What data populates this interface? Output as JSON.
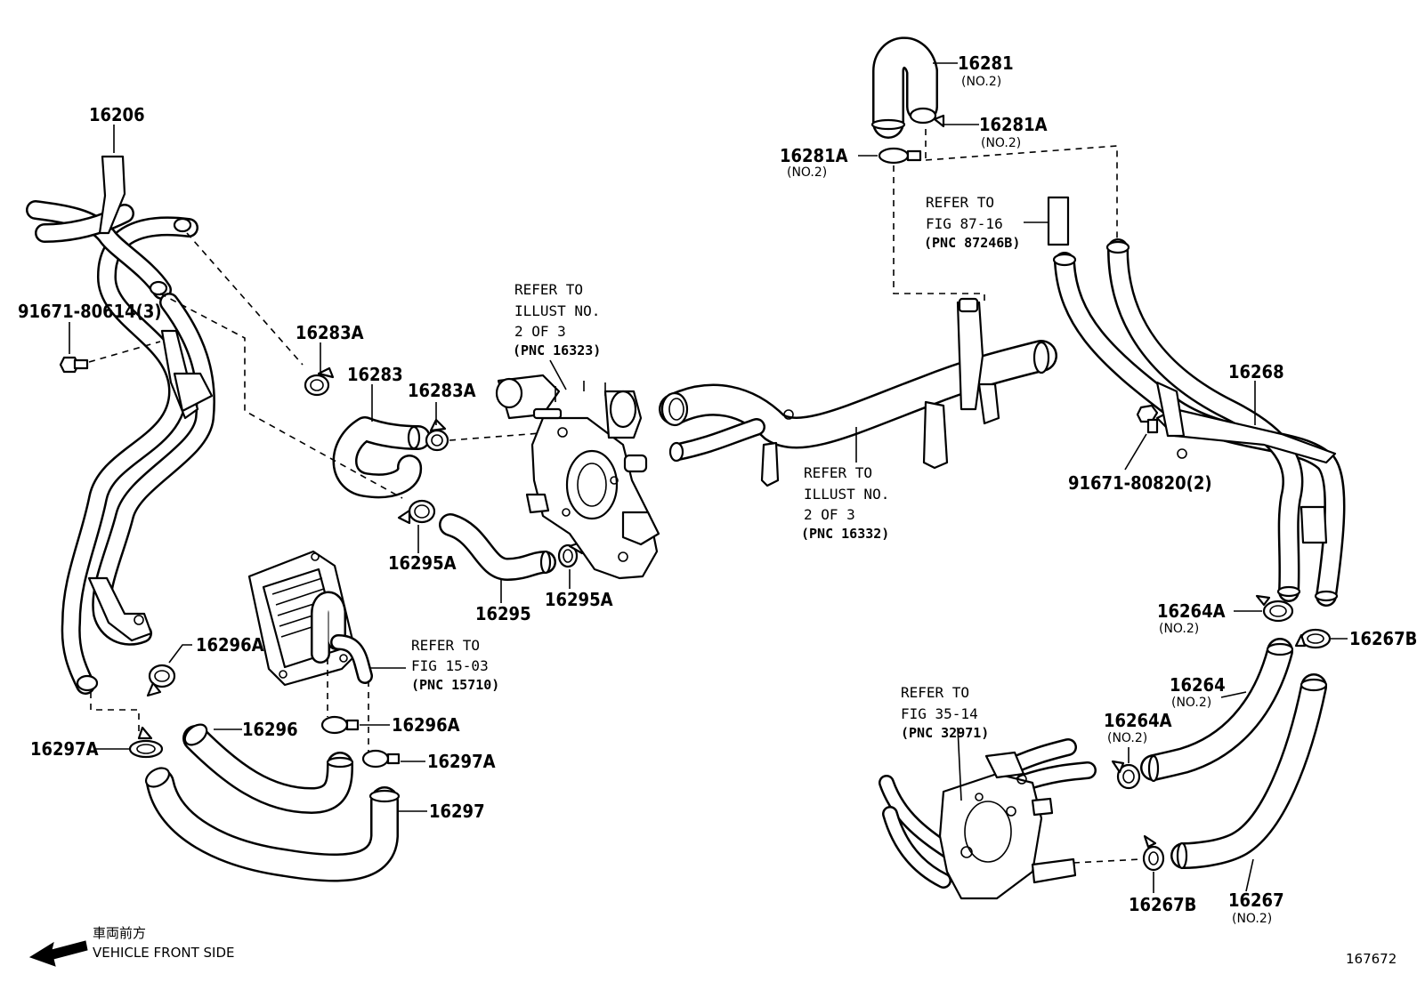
{
  "diagram": {
    "labels": {
      "p16206": "16206",
      "p91671_80614": "91671-80614(3)",
      "p16283A_1": "16283A",
      "p16283": "16283",
      "p16283A_2": "16283A",
      "p16295A_1": "16295A",
      "p16295": "16295",
      "p16295A_2": "16295A",
      "p16296A_1": "16296A",
      "p16296A_2": "16296A",
      "p16296": "16296",
      "p16297A_1": "16297A",
      "p16297A_2": "16297A",
      "p16297": "16297",
      "p16281": "16281",
      "p16281_sub": "(NO.2)",
      "p16281A_1": "16281A",
      "p16281A_1_sub": "(NO.2)",
      "p16281A_2": "16281A",
      "p16281A_2_sub": "(NO.2)",
      "p16268": "16268",
      "p91671_80820": "91671-80820(2)",
      "p16264A_1": "16264A",
      "p16264A_1_sub": "(NO.2)",
      "p16267B_1": "16267B",
      "p16264": "16264",
      "p16264_sub": "(NO.2)",
      "p16264A_2": "16264A",
      "p16264A_2_sub": "(NO.2)",
      "p16267B_2": "16267B",
      "p16267": "16267",
      "p16267_sub": "(NO.2)"
    },
    "refs": {
      "r16323": [
        "REFER TO",
        "ILLUST NO.",
        "2 OF 3",
        "(PNC 16323)"
      ],
      "r16332": [
        "REFER TO",
        "ILLUST NO.",
        "2 OF 3",
        "(PNC 16332)"
      ],
      "r87246B": [
        "REFER TO",
        "FIG 87-16",
        "(PNC 87246B)"
      ],
      "r15710": [
        "REFER TO",
        "FIG 15-03",
        "(PNC 15710)"
      ],
      "r32971": [
        "REFER TO",
        "FIG 35-14",
        "(PNC 32971)"
      ]
    },
    "front": {
      "jp": "車両前方",
      "en": "VEHICLE FRONT SIDE"
    },
    "illustration_number": "167672"
  }
}
